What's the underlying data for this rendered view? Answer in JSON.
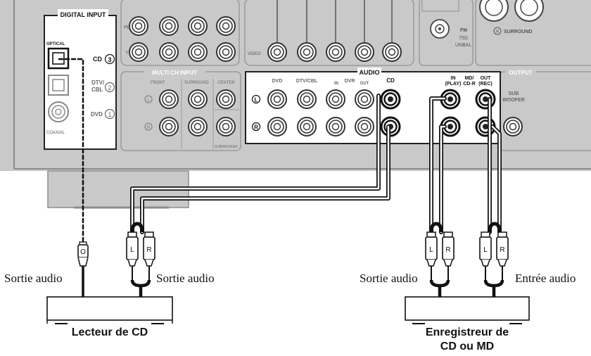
{
  "panel": {
    "digital_input_title": "DIGITAL INPUT",
    "multi_ch_title": "MULTI CH INPUT",
    "audio_title": "AUDIO",
    "output_title": "OUTPUT",
    "optical_label": "OPTICAL",
    "coaxial_label": "COAXIAL",
    "cd_label": "CD",
    "cd_num": "3",
    "dtv_label_1": "DTV/",
    "dtv_label_2": "CBL",
    "dtv_num": "2",
    "dvd_label": "DVD",
    "dvd_num": "1",
    "pb_label": "Pb",
    "y_label": "Y",
    "video_label": "VIDEO",
    "fm_label_1": "FM",
    "fm_label_2": "75Ω",
    "fm_label_3": "UNBAL",
    "surround_top": "SURROUND",
    "front": "FRONT",
    "surround": "SURROUND",
    "center": "CENTER",
    "subwoofer_small": "SUBWOOFER",
    "col_dvd": "DVD",
    "col_dtvcbl": "DTV/CBL",
    "col_in": "IN",
    "col_dvr": "DVR",
    "col_out": "OUT",
    "col_cd": "CD",
    "col_in_play_1": "IN",
    "col_in_play_2": "(PLAY)",
    "col_md_1": "MD/",
    "col_md_2": "CD-R",
    "col_out_rec_1": "OUT",
    "col_out_rec_2": "(REC)",
    "sub_1": "SUB",
    "sub_2": "WOOFER",
    "row_l": "L",
    "row_r": "R"
  },
  "plugs": {
    "optical": "O",
    "left": "L",
    "right": "R"
  },
  "captions": {
    "cd_out_left": "Sortie audio",
    "cd_out_right": "Sortie audio",
    "rec_out": "Sortie audio",
    "rec_in": "Entrée audio",
    "cd_player": "Lecteur de CD",
    "recorder_line1": "Enregistreur de",
    "recorder_line2": "CD ou MD"
  }
}
